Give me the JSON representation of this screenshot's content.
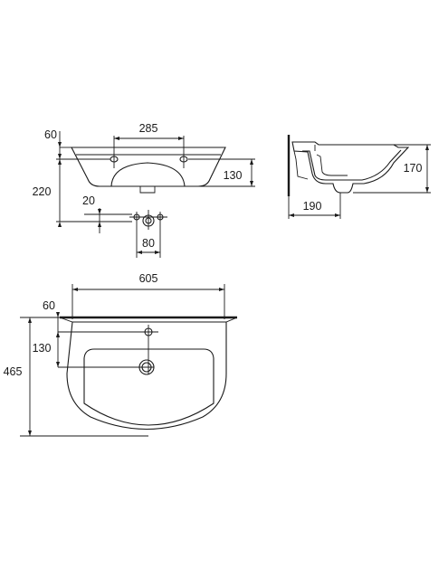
{
  "dimensions": {
    "front_width_holes": "285",
    "front_top_offset": "60",
    "front_drain_height": "130",
    "front_mount_height": "220",
    "front_screw_offset": "20",
    "front_screw_spacing": "80",
    "side_depth": "170",
    "side_projection": "190",
    "top_width": "605",
    "top_rim_offset": "60",
    "top_tap_to_drain": "130",
    "top_depth": "465"
  },
  "colors": {
    "line": "#1a1a1a",
    "background": "#ffffff"
  }
}
